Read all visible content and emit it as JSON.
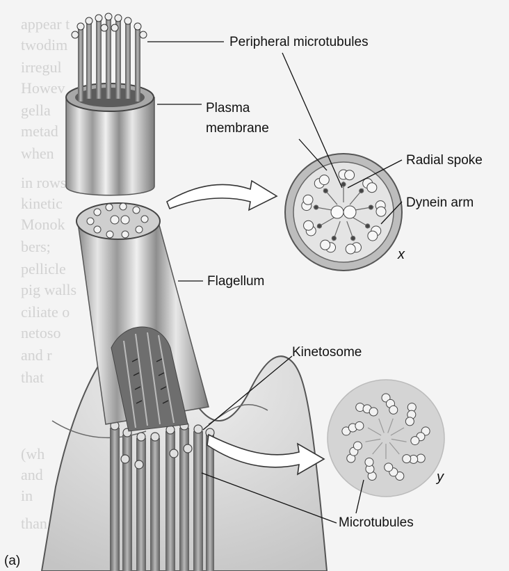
{
  "labels": {
    "peripheral_microtubules": "Peripheral microtubules",
    "plasma_line1": "Plasma",
    "plasma_line2": "membrane",
    "radial_spoke": "Radial spoke",
    "dynein_arm": "Dynein arm",
    "x_marker": "x",
    "flagellum": "Flagellum",
    "kinetosome": "Kinetosome",
    "y_marker": "y",
    "microtubules": "Microtubules",
    "panel": "(a)"
  },
  "background_text": [
    "appear t",
    "twodim",
    "irregul",
    "Howev",
    "gella",
    "metad",
    "when",
    "in rows",
    "kinetic",
    "Monok",
    "bers;",
    "pellicle",
    "pig walls",
    "ciliate o",
    "netoso",
    "and r",
    "that",
    "(wh",
    "and",
    "in",
    "than"
  ],
  "colors": {
    "background": "#f4f4f4",
    "tube_dark": "#7a7a7a",
    "tube_light": "#d8d8d8",
    "membrane_ring": "#888888",
    "cross_section_fill": "#d6d6d6"
  }
}
